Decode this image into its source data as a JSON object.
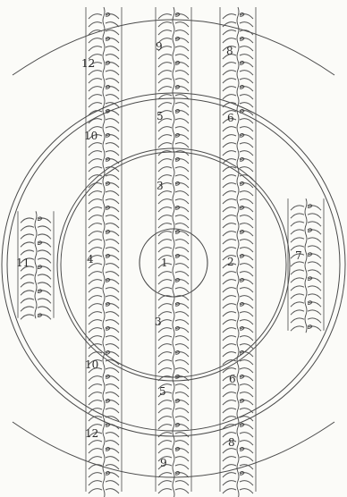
{
  "figure": {
    "labels": {
      "strip_1": "1",
      "strip_2": "2",
      "strip_3_upper": "3",
      "strip_3_lower": "3",
      "strip_4": "4",
      "strip_5_upper": "5",
      "strip_5_lower": "5",
      "strip_6_upper": "6",
      "strip_6_lower": "6",
      "strip_7": "7",
      "strip_8_upper": "8",
      "strip_8_lower": "8",
      "strip_9_upper": "9",
      "strip_9_lower": "9",
      "strip_10_upper": "10",
      "strip_10_lower": "10",
      "strip_11": "11",
      "strip_12_upper": "12",
      "strip_12_lower": "12"
    },
    "colors": {
      "paper": "#fbfbf8",
      "ink": "#4a4a4a"
    }
  }
}
